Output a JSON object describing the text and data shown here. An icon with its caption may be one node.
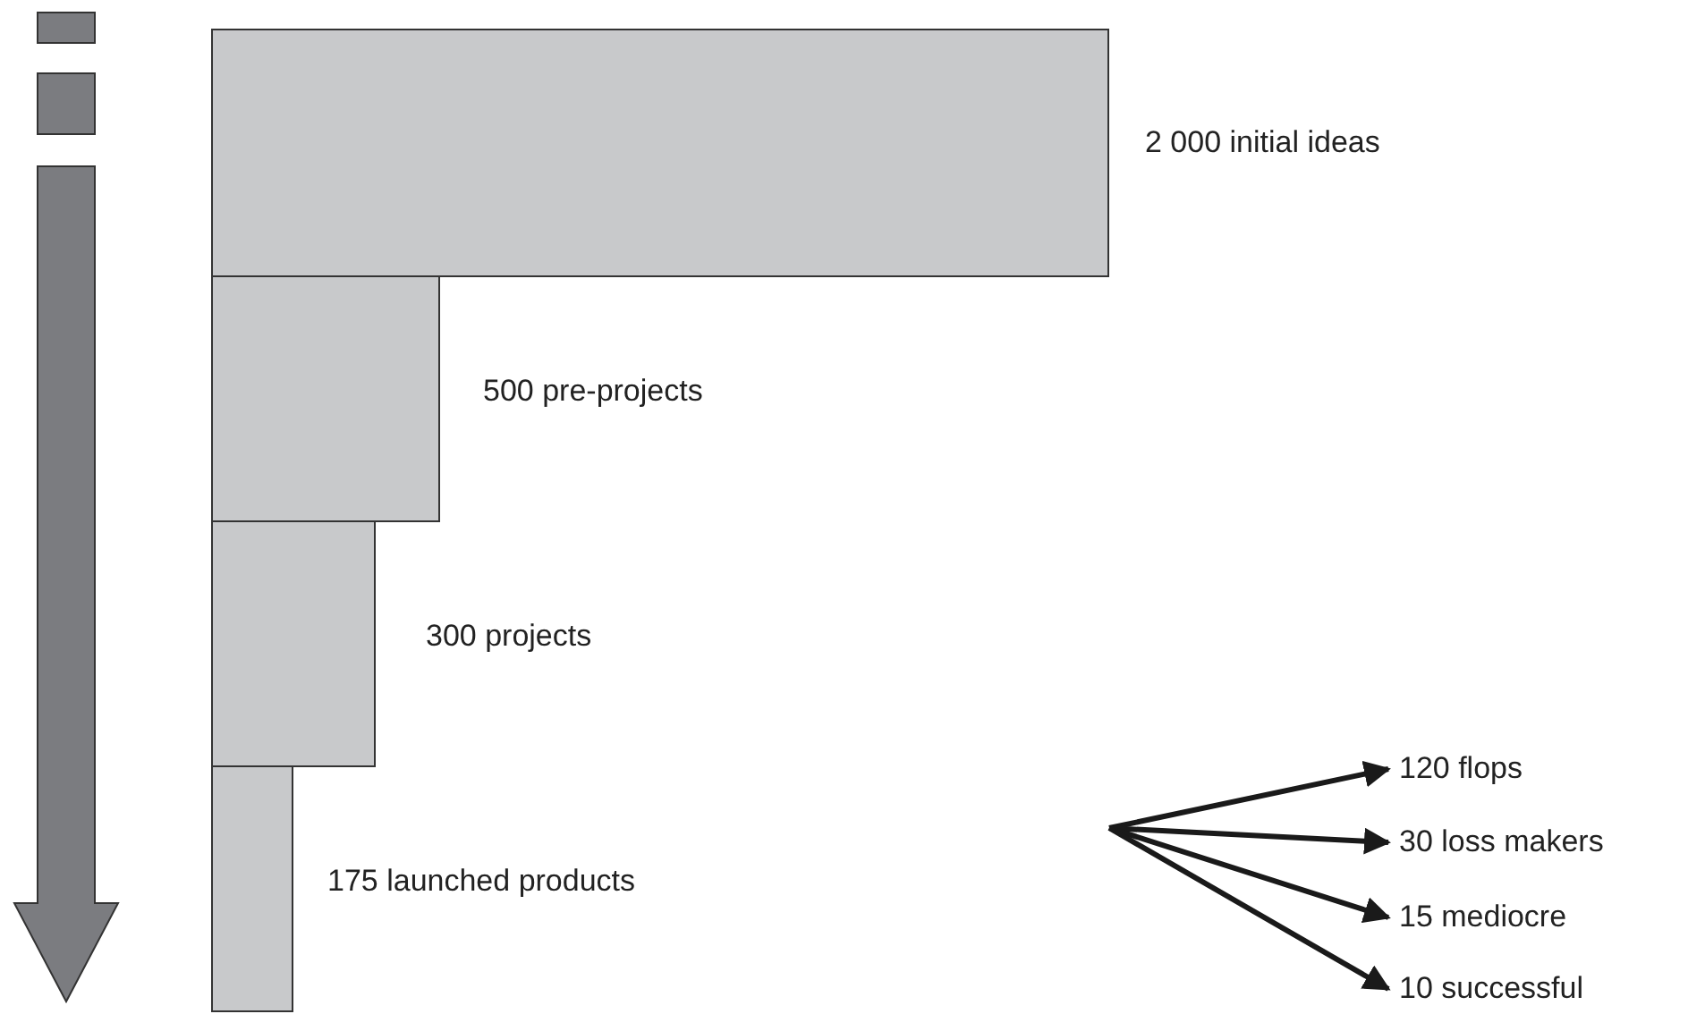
{
  "diagram": {
    "nodes": [
      {
        "text": [],
        "shape": "bar",
        "beside": [
          "2 000 initial ideas"
        ]
      },
      {
        "text": [],
        "shape": "bar",
        "beside": [
          "500 pre-projects"
        ]
      },
      {
        "text": [],
        "shape": "bar",
        "beside": [
          "300 projects"
        ]
      },
      {
        "text": [],
        "shape": "bar",
        "beside": [
          "175 launched products"
        ]
      },
      {
        "text": [
          "120 flops"
        ]
      },
      {
        "text": [
          "30 loss makers"
        ]
      },
      {
        "text": [
          "15 mediocre"
        ]
      },
      {
        "text": [
          "10 successful"
        ]
      }
    ],
    "edges": [
      {
        "from": null,
        "to": 4,
        "arrow": "to"
      },
      {
        "from": null,
        "to": 5,
        "arrow": "to"
      },
      {
        "from": null,
        "to": 6,
        "arrow": "to"
      },
      {
        "from": null,
        "to": 7,
        "arrow": "to"
      }
    ]
  }
}
